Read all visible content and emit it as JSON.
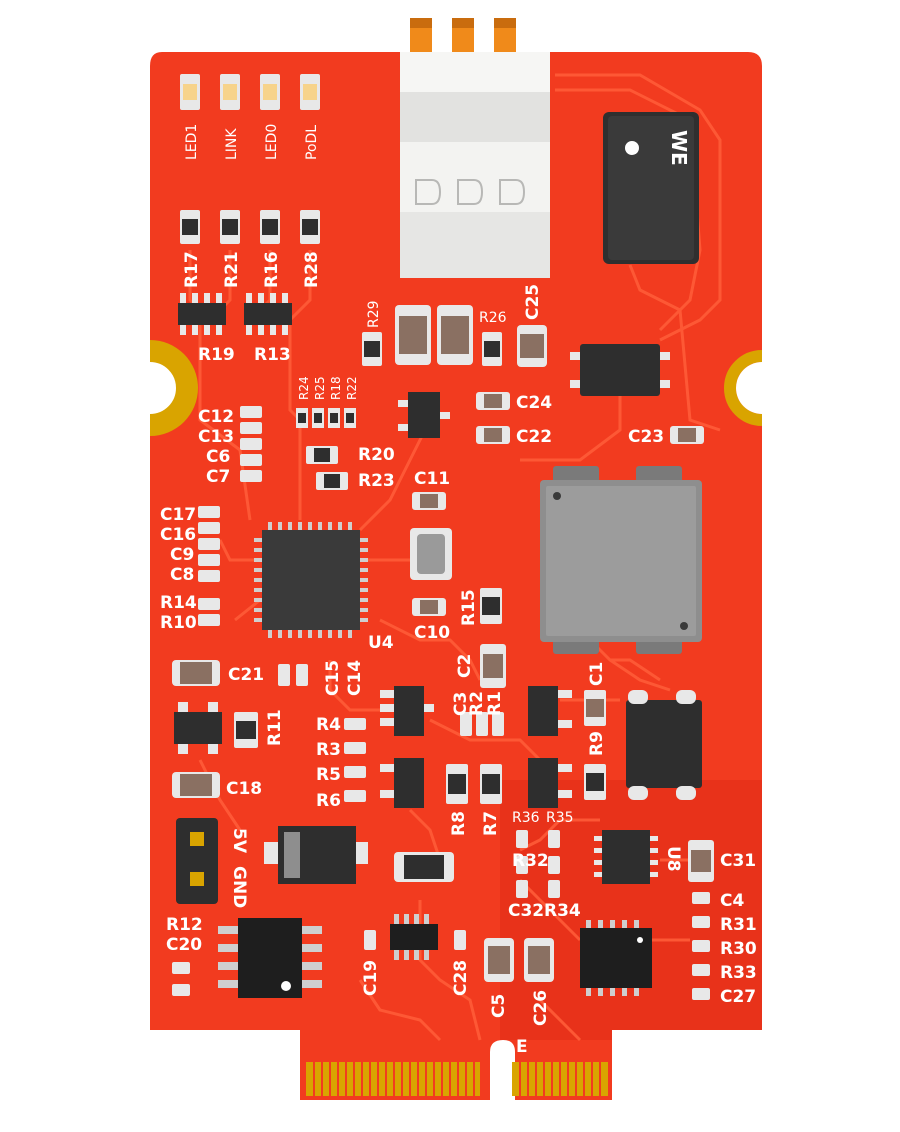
{
  "board": {
    "colors": {
      "background": "#ffffff",
      "pcb": "#f23b1f",
      "pcb_dark": "#d9301a",
      "trace": "#ff5a36",
      "silk": "#ffffff",
      "ic": "#2e2e2e",
      "pad": "#e8e8e8",
      "gold": "#d9a400",
      "ceramic": "#8a7062",
      "inductor": "#8e8e8e",
      "connector": "#ececea",
      "orange_pin": "#f08a1a"
    },
    "labels": {
      "led1": "LED1",
      "link": "LINK",
      "led0": "LED0",
      "podl": "PoDL",
      "r17": "R17",
      "r21": "R21",
      "r16": "R16",
      "r28": "R28",
      "r19": "R19",
      "r13": "R13",
      "r29": "R29",
      "r26": "R26",
      "c25": "C25",
      "r24": "R24",
      "r25": "R25",
      "r18": "R18",
      "r22": "R22",
      "c24": "C24",
      "c22": "C22",
      "c23": "C23",
      "c12": "C12",
      "c13": "C13",
      "c6": "C6",
      "c7": "C7",
      "r20": "R20",
      "r23": "R23",
      "c11": "C11",
      "c17": "C17",
      "c16": "C16",
      "c9": "C9",
      "c8": "C8",
      "r14": "R14",
      "r10": "R10",
      "u4": "U4",
      "c10": "C10",
      "r15": "R15",
      "c2": "C2",
      "c1": "C1",
      "c21": "C21",
      "c15": "C15",
      "c14": "C14",
      "r11": "R11",
      "r4": "R4",
      "r3": "R3",
      "r5": "R5",
      "r6": "R6",
      "c3": "C3",
      "r2": "R2",
      "r1": "R1",
      "r9": "R9",
      "c18": "C18",
      "r8": "R8",
      "r7": "R7",
      "r36": "R36",
      "r35": "R35",
      "r32": "R32",
      "c32": "C32",
      "r34": "R34",
      "u8": "U8",
      "c31": "C31",
      "c4": "C4",
      "r31": "R31",
      "r30": "R30",
      "r33": "R33",
      "c27": "C27",
      "v5": "5V",
      "gnd": "GND",
      "r12": "R12",
      "c20": "C20",
      "c19": "C19",
      "c28": "C28",
      "c5": "C5",
      "c26": "C26",
      "e": "E",
      "we": "WE"
    }
  }
}
